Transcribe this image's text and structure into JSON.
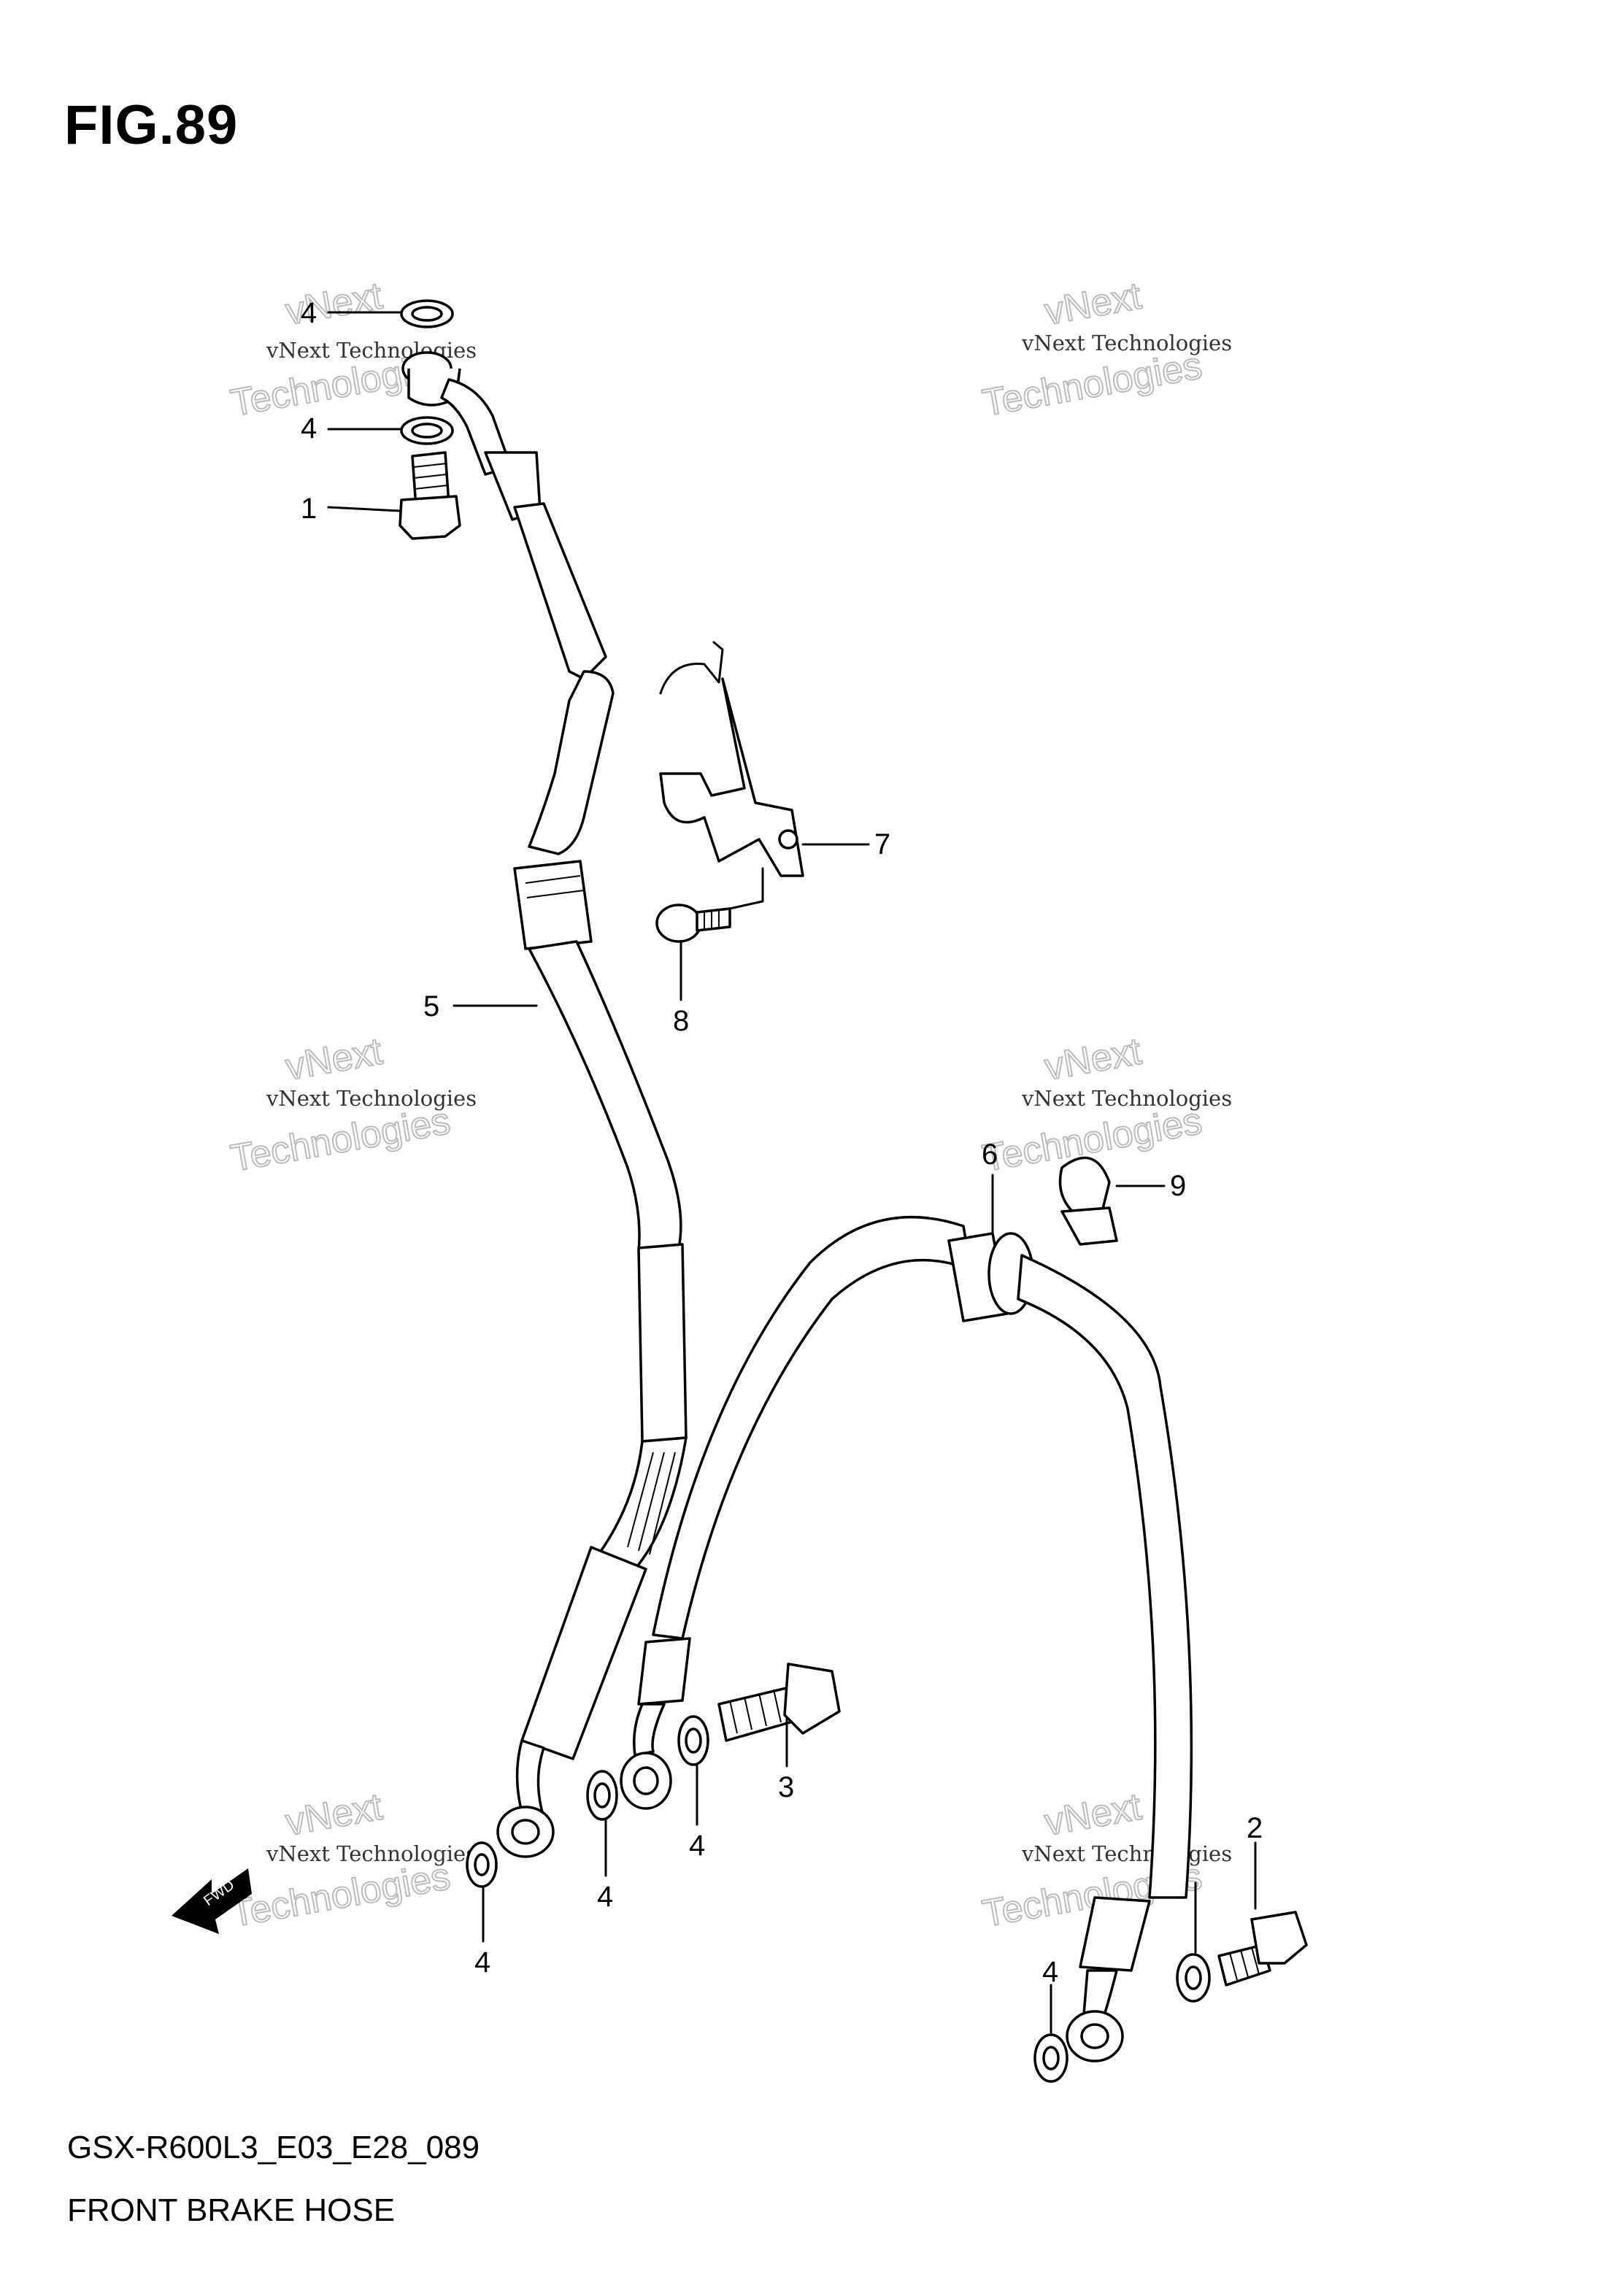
{
  "figure": {
    "title": "FIG.89",
    "code": "GSX-R600L3_E03_E28_089",
    "name": "FRONT BRAKE HOSE"
  },
  "callouts": {
    "washer_top_a": "4",
    "washer_top_b": "4",
    "union_bolt_top": "1",
    "bracket": "7",
    "bolt_bracket": "8",
    "hose_upper": "5",
    "grommet": "6",
    "clamp": "9",
    "union_bolt_mid": "3",
    "washer_mid_a": "4",
    "washer_mid_b": "4",
    "washer_left": "4",
    "union_bolt_right": "2",
    "washer_right": "4"
  },
  "fwd_marker": "FWD",
  "watermark": {
    "line1": "vNext Technologies",
    "line2": "vNext",
    "line3": "Technologies"
  }
}
